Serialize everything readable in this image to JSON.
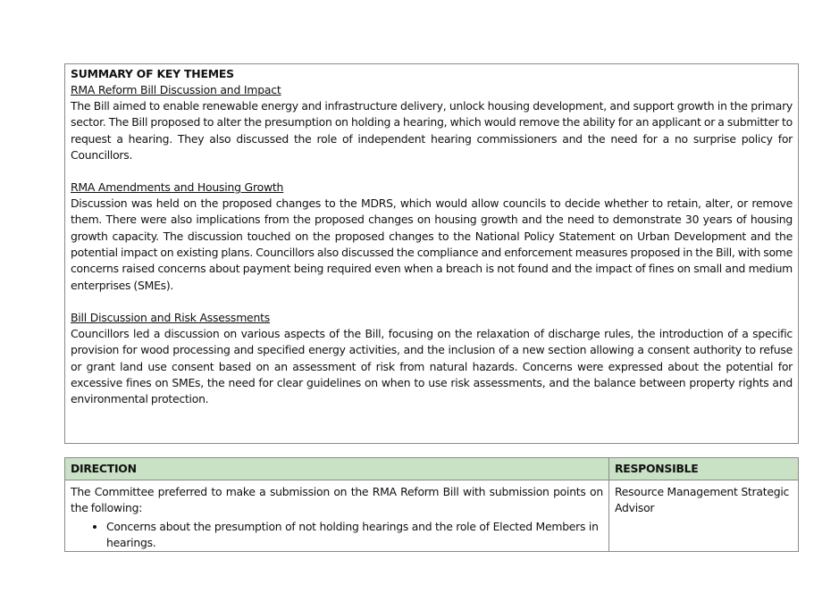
{
  "summary": {
    "title": "SUMMARY OF KEY THEMES",
    "sections": [
      {
        "heading": "RMA Reform Bill Discussion and Impact",
        "body": "The Bill aimed to enable renewable energy and infrastructure delivery, unlock housing development, and support growth in the primary sector. The Bill proposed to alter the presumption on holding a hearing, which would remove the ability for an applicant or a submitter to request a hearing. They also discussed the role of independent hearing commissioners and the need for a no surprise policy for Councillors."
      },
      {
        "heading": "RMA Amendments and Housing Growth",
        "body": "Discussion was held on the proposed changes to the MDRS, which would allow councils to decide whether to retain, alter, or remove them. There were also implications from the proposed changes on housing growth and the need to demonstrate 30 years of housing growth capacity. The discussion touched on the proposed changes to the National Policy Statement on Urban Development and the potential impact on existing plans. Councillors also discussed the compliance and enforcement measures proposed in the Bill, with some concerns raised concerns about payment being required even when a breach is not found and the impact of fines on small and medium enterprises (SMEs)."
      },
      {
        "heading": "Bill Discussion and Risk Assessments",
        "body": "Councillors led a discussion on various aspects of the Bill, focusing on the relaxation of discharge rules, the introduction of a specific provision for wood processing and specified energy activities, and the inclusion of a new section allowing a consent authority to refuse or grant land use consent based on an assessment of risk from natural hazards. Concerns were expressed about the potential for excessive fines on SMEs, the need for clear guidelines on when to use risk assessments, and the balance between property rights and environmental protection."
      }
    ]
  },
  "direction_table": {
    "headers": {
      "direction": "DIRECTION",
      "responsible": "RESPONSIBLE"
    },
    "header_bg_color": "#c9e1c5",
    "rows": [
      {
        "direction_intro": "The Committee preferred to make a submission on the RMA Reform Bill with submission points on the following:",
        "direction_bullets": [
          "Concerns about the presumption of not holding hearings and the role of Elected Members in hearings."
        ],
        "responsible": "Resource Management Strategic Advisor"
      }
    ]
  }
}
